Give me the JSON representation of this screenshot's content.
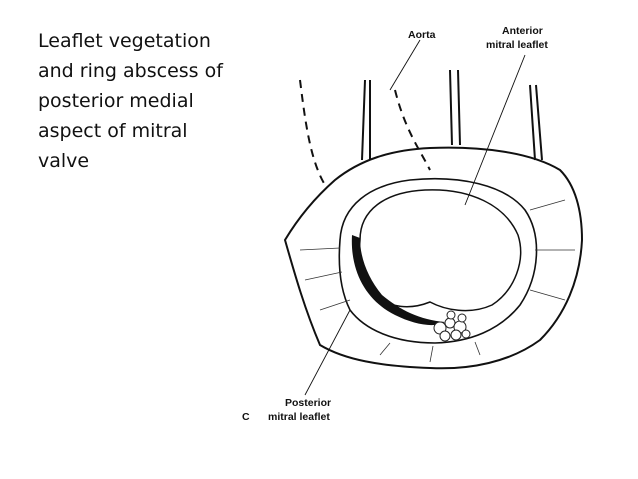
{
  "slide": {
    "caption_lines": [
      "Leaflet vegetation",
      "and ring abscess of",
      "posterior medial",
      "aspect of mitral",
      "valve"
    ]
  },
  "figure": {
    "labels": {
      "aorta": "Aorta",
      "anterior_line1": "Anterior",
      "anterior_line2": "mitral leaflet",
      "posterior_line1": "Posterior",
      "posterior_line2": "mitral leaflet",
      "corner_mark": "C"
    }
  }
}
